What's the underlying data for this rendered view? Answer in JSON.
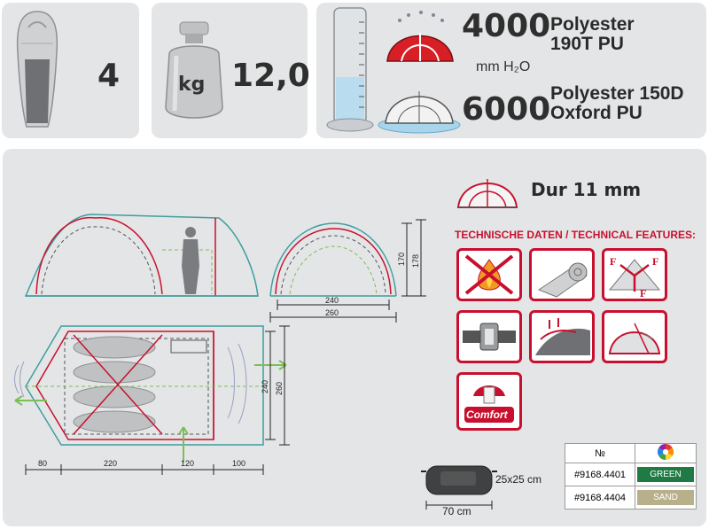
{
  "specs": {
    "persons": "4",
    "weight_unit": "kg",
    "weight": "12,0",
    "outer_pressure": "4000",
    "outer_material_line1": "Polyester",
    "outer_material_line2": "190T PU",
    "pressure_unit": "mm H₂O",
    "floor_pressure": "6000",
    "floor_material_line1": "Polyester 150D",
    "floor_material_line2": "Oxford PU"
  },
  "frame": {
    "label": "Dur 11 mm"
  },
  "features": {
    "heading": "TECHNISCHE DATEN / TECHNICAL FEATURES:",
    "comfort_label": "Comfort",
    "force_letter": "F",
    "icons": [
      "fire-retardant-icon",
      "rolled-mat-icon",
      "force-distribution-icon",
      "buckle-strap-icon",
      "ventilation-icon",
      "tent-vent-icon",
      "comfort-icon"
    ]
  },
  "dimensions": {
    "height_inner": "170",
    "height_outer": "178",
    "width_inner": "240",
    "width_outer": "260",
    "side_inner": "240",
    "side_outer": "260",
    "segments": [
      "80",
      "220",
      "120",
      "100"
    ]
  },
  "bag": {
    "size": "25x25 cm",
    "length": "70 cm"
  },
  "codes": {
    "header_no": "№",
    "rows": [
      {
        "code": "#9168.4401",
        "color_name": "GREEN",
        "color": "#1f7a43"
      },
      {
        "code": "#9168.4404",
        "color_name": "SAND",
        "color": "#b7b08a"
      }
    ]
  },
  "colors": {
    "accent": "#c8102e",
    "outline_teal": "#3d9fa0",
    "panel": "#e4e5e6"
  }
}
